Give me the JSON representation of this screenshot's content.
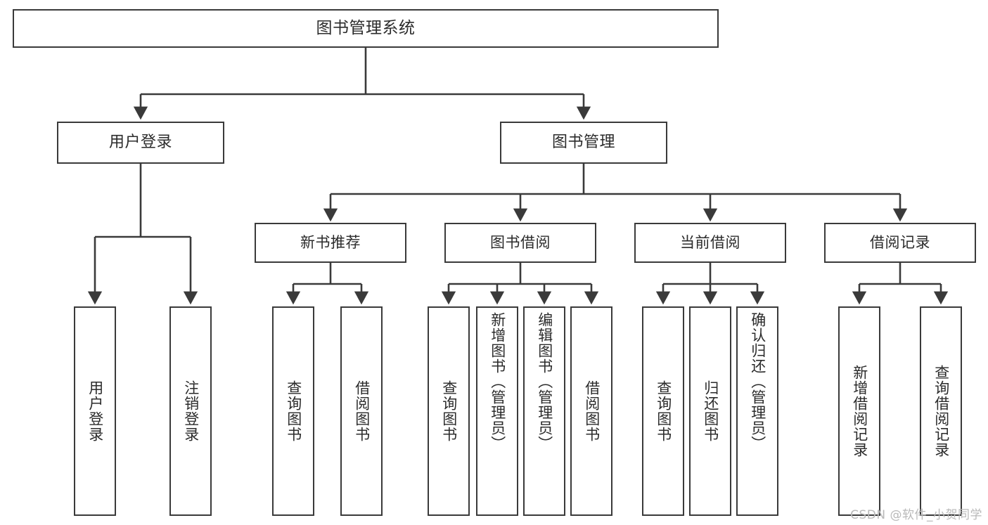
{
  "diagram": {
    "title": "图书管理系统",
    "type": "tree-hierarchy",
    "watermark": "CSDN @软件_小贺同学",
    "edge_color": "#3a3a3a",
    "box_border_color": "#3a3a3a",
    "background_color": "#ffffff",
    "text_color": "#2b2b2b"
  },
  "nodes": {
    "root": {
      "label": "图书管理系统"
    },
    "level2": [
      {
        "label": "用户登录"
      },
      {
        "label": "图书管理"
      }
    ],
    "level3": [
      {
        "label": "新书推荐"
      },
      {
        "label": "图书借阅"
      },
      {
        "label": "当前借阅"
      },
      {
        "label": "借阅记录"
      }
    ],
    "leaves": {
      "user_login": [
        {
          "label": "用户登录"
        },
        {
          "label": "注销登录"
        }
      ],
      "new_book_recommend": [
        {
          "label": "查询图书"
        },
        {
          "label": "借阅图书"
        }
      ],
      "book_borrow": [
        {
          "label": "查询图书"
        },
        {
          "label": "新增图书（管理员）"
        },
        {
          "label": "编辑图书（管理员）"
        },
        {
          "label": "借阅图书"
        }
      ],
      "current_borrow": [
        {
          "label": "查询图书"
        },
        {
          "label": "归还图书"
        },
        {
          "label": "确认归还（管理员）"
        }
      ],
      "borrow_record": [
        {
          "label": "新增借阅记录"
        },
        {
          "label": "查询借阅记录"
        }
      ]
    }
  }
}
